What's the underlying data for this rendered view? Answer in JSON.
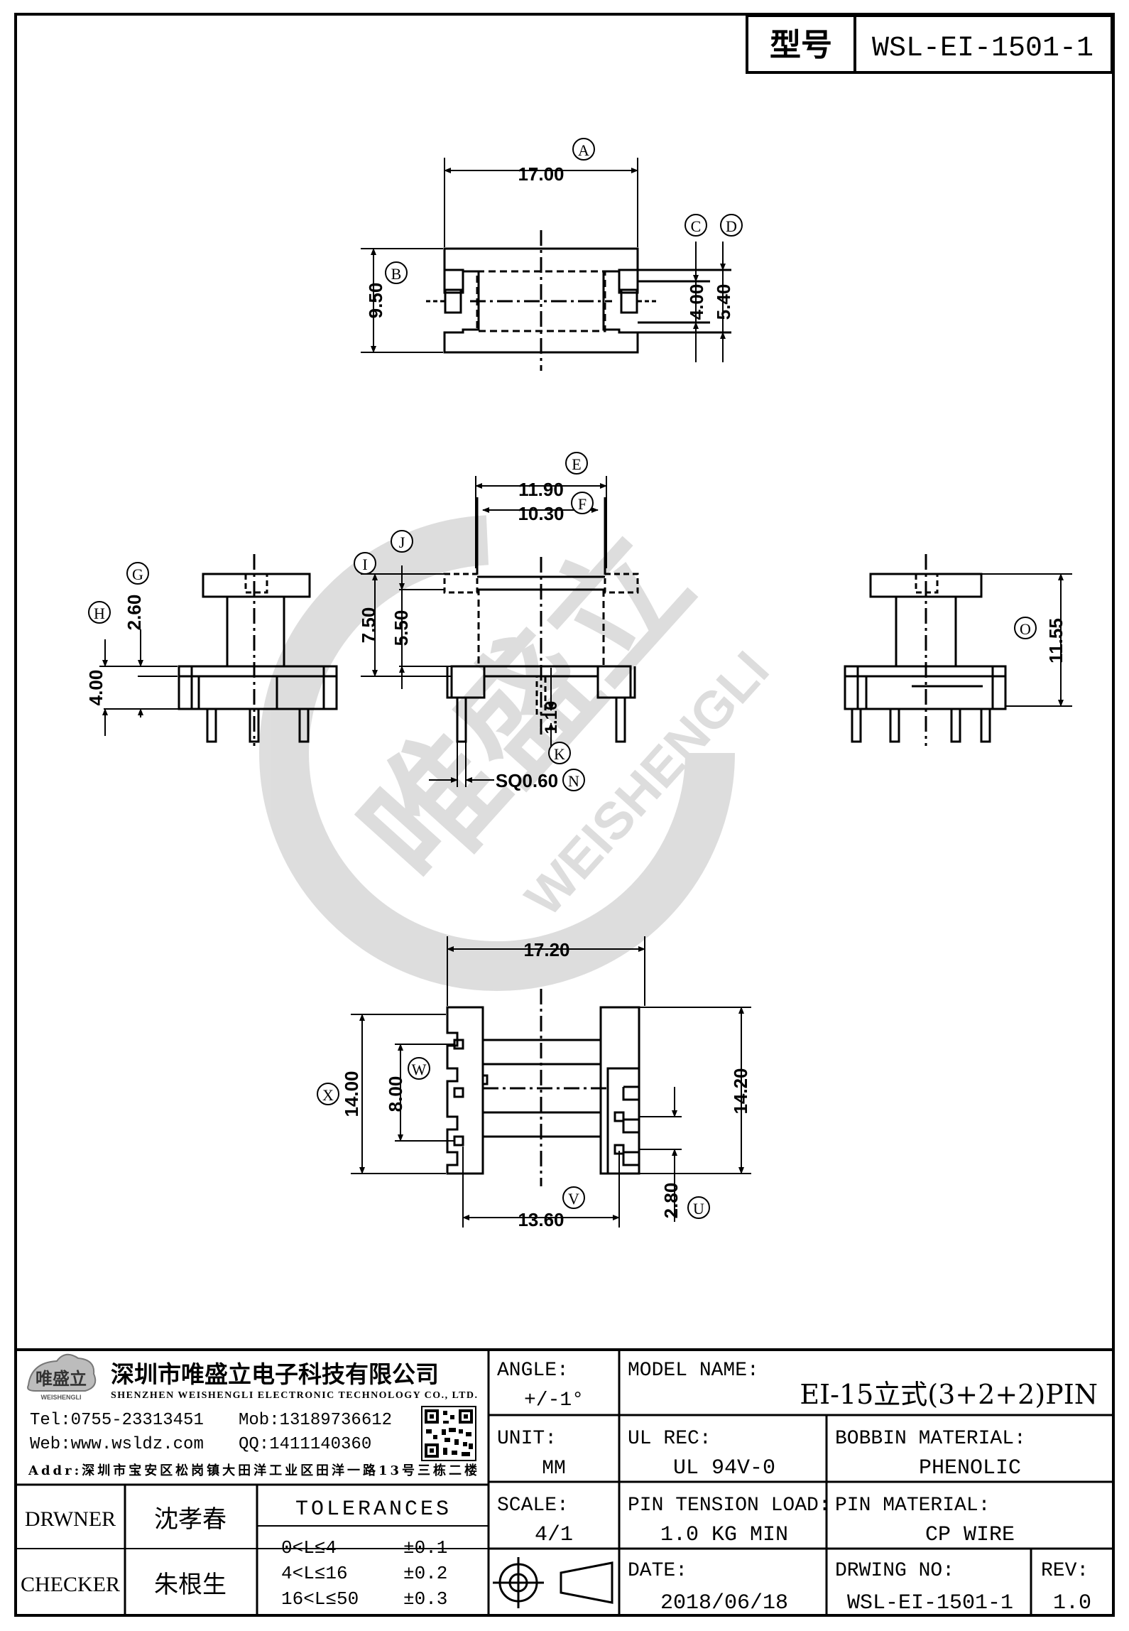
{
  "model_box": {
    "label": "型号",
    "value": "WSL-EI-1501-1"
  },
  "dims": {
    "a": "17.00",
    "b": "9.50",
    "c": "4.00",
    "d": "5.40",
    "e": "11.90",
    "f": "10.30",
    "g": "2.60",
    "h": "4.00",
    "i": "7.50",
    "j": "5.50",
    "k": "1.10",
    "n": "SQ0.60",
    "o": "11.55",
    "top_w": "17.20",
    "x": "14.00",
    "w": "8.00",
    "right_h": "14.20",
    "v": "13.60",
    "u": "2.80"
  },
  "callouts": {
    "a": "A",
    "b": "B",
    "c": "C",
    "d": "D",
    "e": "E",
    "f": "F",
    "g": "G",
    "h": "H",
    "i": "I",
    "j": "J",
    "k": "K",
    "n": "N",
    "o": "O",
    "x": "X",
    "w": "W",
    "v": "V",
    "u": "U"
  },
  "watermark": {
    "brand": "唯盛立",
    "text": "WEISHENGLI"
  },
  "company": {
    "logo_text": "唯盛立",
    "logo_sub": "WEISHENGLI",
    "name_cn": "深圳市唯盛立电子科技有限公司",
    "name_en": "SHENZHEN WEISHENGLI ELECTRONIC TECHNOLOGY CO., LTD.",
    "tel": "Tel:0755-23313451",
    "mob": "Mob:13189736612",
    "web": "Web:www.wsldz.com",
    "qq": "QQ:1411140360",
    "addr": "Addr:深圳市宝安区松岗镇大田洋工业区田洋一路13号三栋二楼"
  },
  "title_block": {
    "angle_label": "ANGLE:",
    "angle_value": "+/-1°",
    "model_label": "MODEL NAME:",
    "model_value": "EI-15立式(3+2+2)PIN",
    "unit_label": "UNIT:",
    "unit_value": "MM",
    "ul_label": "UL REC:",
    "ul_value": "UL 94V-0",
    "bobbin_label": "BOBBIN MATERIAL:",
    "bobbin_value": "PHENOLIC",
    "scale_label": "SCALE:",
    "scale_value": "4/1",
    "tension_label": "PIN TENSION LOAD:",
    "tension_value": "1.0 KG MIN",
    "pin_mat_label": "PIN MATERIAL:",
    "pin_mat_value": "CP WIRE",
    "date_label": "DATE:",
    "date_value": "2018/06/18",
    "drwno_label": "DRWING NO:",
    "drwno_value": "WSL-EI-1501-1",
    "rev_label": "REV:",
    "rev_value": "1.0",
    "drawer_label": "DRWNER",
    "drawer_value": "沈孝春",
    "checker_label": "CHECKER",
    "checker_value": "朱根生",
    "tol_title": "TOLERANCES",
    "tol_rows": [
      {
        "range": "0<L≤4",
        "tol": "±0.1"
      },
      {
        "range": "4<L≤16",
        "tol": "±0.2"
      },
      {
        "range": "16<L≤50",
        "tol": "±0.3"
      }
    ]
  }
}
